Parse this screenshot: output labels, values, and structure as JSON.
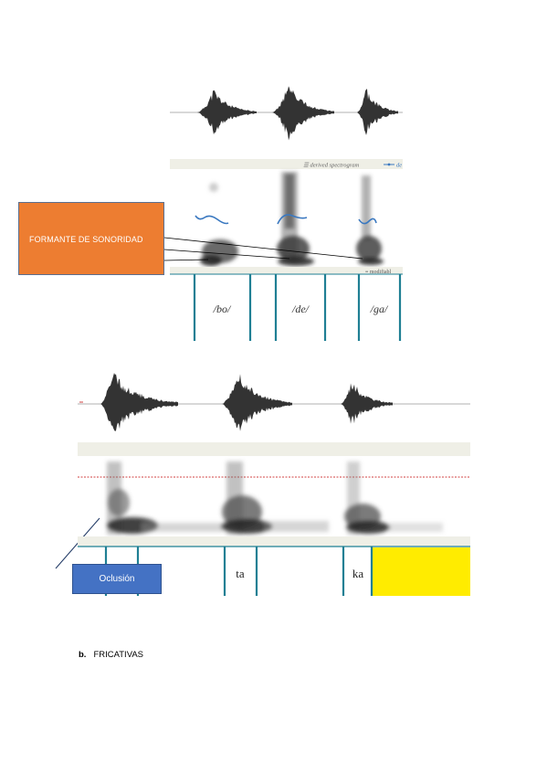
{
  "figure_top": {
    "header_bar_text": "derived spectrogram",
    "legend_text": "de",
    "tier_bar_text": "modifiabl",
    "segments": [
      "/bo/",
      "/de/",
      "/ga/"
    ],
    "colors": {
      "pitch": "#3a78c0",
      "tier_line": "#1f7f94",
      "bar": "#efefe6"
    }
  },
  "callout_sonoridad": {
    "label": "FORMANTE DE SONORIDAD",
    "color": "#ed7d31"
  },
  "figure_bottom": {
    "segments": [
      "ta",
      "ka"
    ],
    "colors": {
      "formant_line": "#d04040",
      "highlight": "#ffec00",
      "tier_line": "#1f7f94"
    }
  },
  "callout_oclusion": {
    "label": "Oclusión",
    "color": "#4472c4"
  },
  "section_heading": {
    "letter": "b.",
    "text": "FRICATIVAS"
  }
}
